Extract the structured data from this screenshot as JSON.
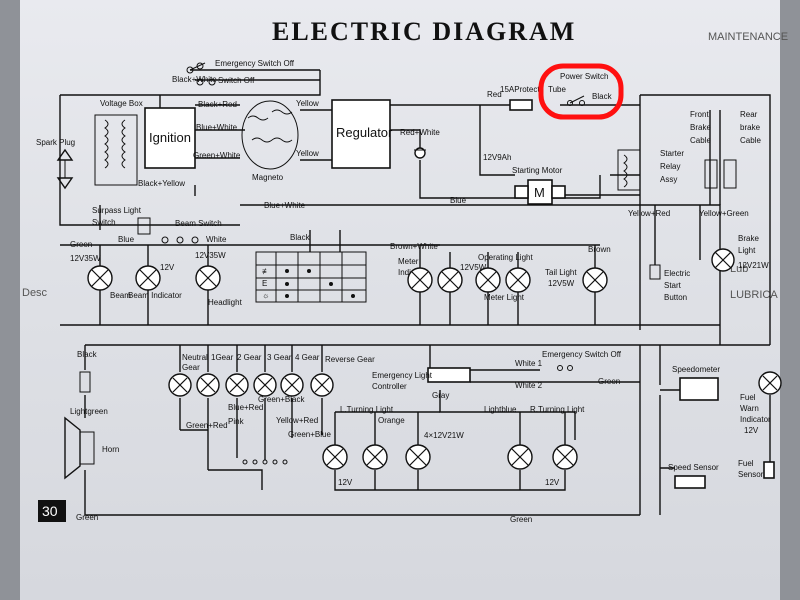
{
  "title": "ELECTRIC  DIAGRAM",
  "page_number": "30",
  "side_heading": "MAINTENANCE",
  "side_fragments": [
    "Lub",
    "LUBRICA",
    "Desc"
  ],
  "highlight": {
    "color": "#ff1010",
    "target": "Power Switch"
  },
  "labels": {
    "emergency_switch_off_top": "Emergency Switch Off",
    "black_white": "Black+White",
    "switch_off": "Switch Off",
    "voltage_box": "Voltage Box",
    "black_red": "Black+Red",
    "yellow_1": "Yellow",
    "yellow_2": "Yellow",
    "ignition": "Ignition",
    "blue_white_1": "Blue+White",
    "green_white": "Green+White",
    "magneto": "Magneto",
    "black_yellow": "Black+Yellow",
    "spark_plug": "Spark Plug",
    "regulator": "Regulator",
    "red_white": "Red+White",
    "red": "Red",
    "protect": "15AProtect",
    "tube": "Tube",
    "power_switch": "Power Switch",
    "black": "Black",
    "battery": "12V9Ah",
    "blue": "Blue",
    "starting_motor": "Starting Motor",
    "motor_m": "M",
    "starter": "Starter",
    "relay": "Relay",
    "assy": "Assy",
    "front_brake": "Front",
    "front_brake_2": "Brake",
    "front_brake_3": "Cable",
    "rear_brake": "Rear",
    "rear_brake_2": "brake",
    "rear_brake_3": "Cable",
    "yellow_red_r": "Yellow+Red",
    "yellow_green_r": "Yellow+Green",
    "brake_light": "Brake",
    "brake_light_2": "Light",
    "brake_light_3": "12V21W",
    "electric_start": "Electric",
    "electric_start_2": "Start",
    "electric_start_3": "Button",
    "blue_white_2": "Blue+White",
    "surpass_light": "Surpass Light",
    "surpass_switch": "Switch",
    "beam_switch": "Beam Switch",
    "green_l": "Green",
    "blue_l": "Blue",
    "white_l": "White",
    "v12_35w": "12V35W",
    "v12": "12V",
    "v12_35w_2": "12V35W",
    "beam": "Beam",
    "beam_indicator": "Beam Indicator",
    "headlight": "Headlight",
    "black_mid": "Black",
    "brown_white": "Brown+White",
    "brown": "Brown",
    "meter": "Meter",
    "indicator": "Indicator",
    "v12_5w": "12V5W",
    "operating_light": "Operating Light",
    "meter_light": "Meter Light",
    "tail_light": "Tail Light",
    "tail_light_w": "12V5W",
    "black_left": "Black",
    "lightgreen": "Lightgreen",
    "horn": "Horn",
    "neutral": "Neutral",
    "gear": "Gear",
    "g1": "1Gear",
    "g2": "2 Gear",
    "g3": "3 Gear",
    "g4": "4 Gear",
    "reverse": "Reverse Gear",
    "blue_red": "Blue+Red",
    "green_black": "Green+Black",
    "green_red": "Green+Red",
    "pink": "Pink",
    "yellow_red": "Yellow+Red",
    "green_blue": "Green+Blue",
    "white1": "White 1",
    "white2": "White 2",
    "emergency_switch_off": "Emergency Switch Off",
    "emergency_light": "Emergency Light",
    "controller": "Controller",
    "gray": "Gray",
    "green_mid": "Green",
    "l_turning": "L.Turning Light",
    "orange": "Orange",
    "lightblue": "Lightblue",
    "r_turning": "R.Turning Light",
    "turn_rating": "4×12V21W",
    "v12_a": "12V",
    "v12_b": "12V",
    "green_bottom": "Green",
    "green_left_bottom": "Green",
    "speedometer": "Speedometer",
    "speed_sensor": "Speed Sensor",
    "fuel": "Fuel",
    "warn": "Warn",
    "indicator_fuel": "Indicator",
    "fuel_12v": "12V",
    "fuel_sensor": "Fuel",
    "fuel_sensor_2": "Sensor"
  }
}
